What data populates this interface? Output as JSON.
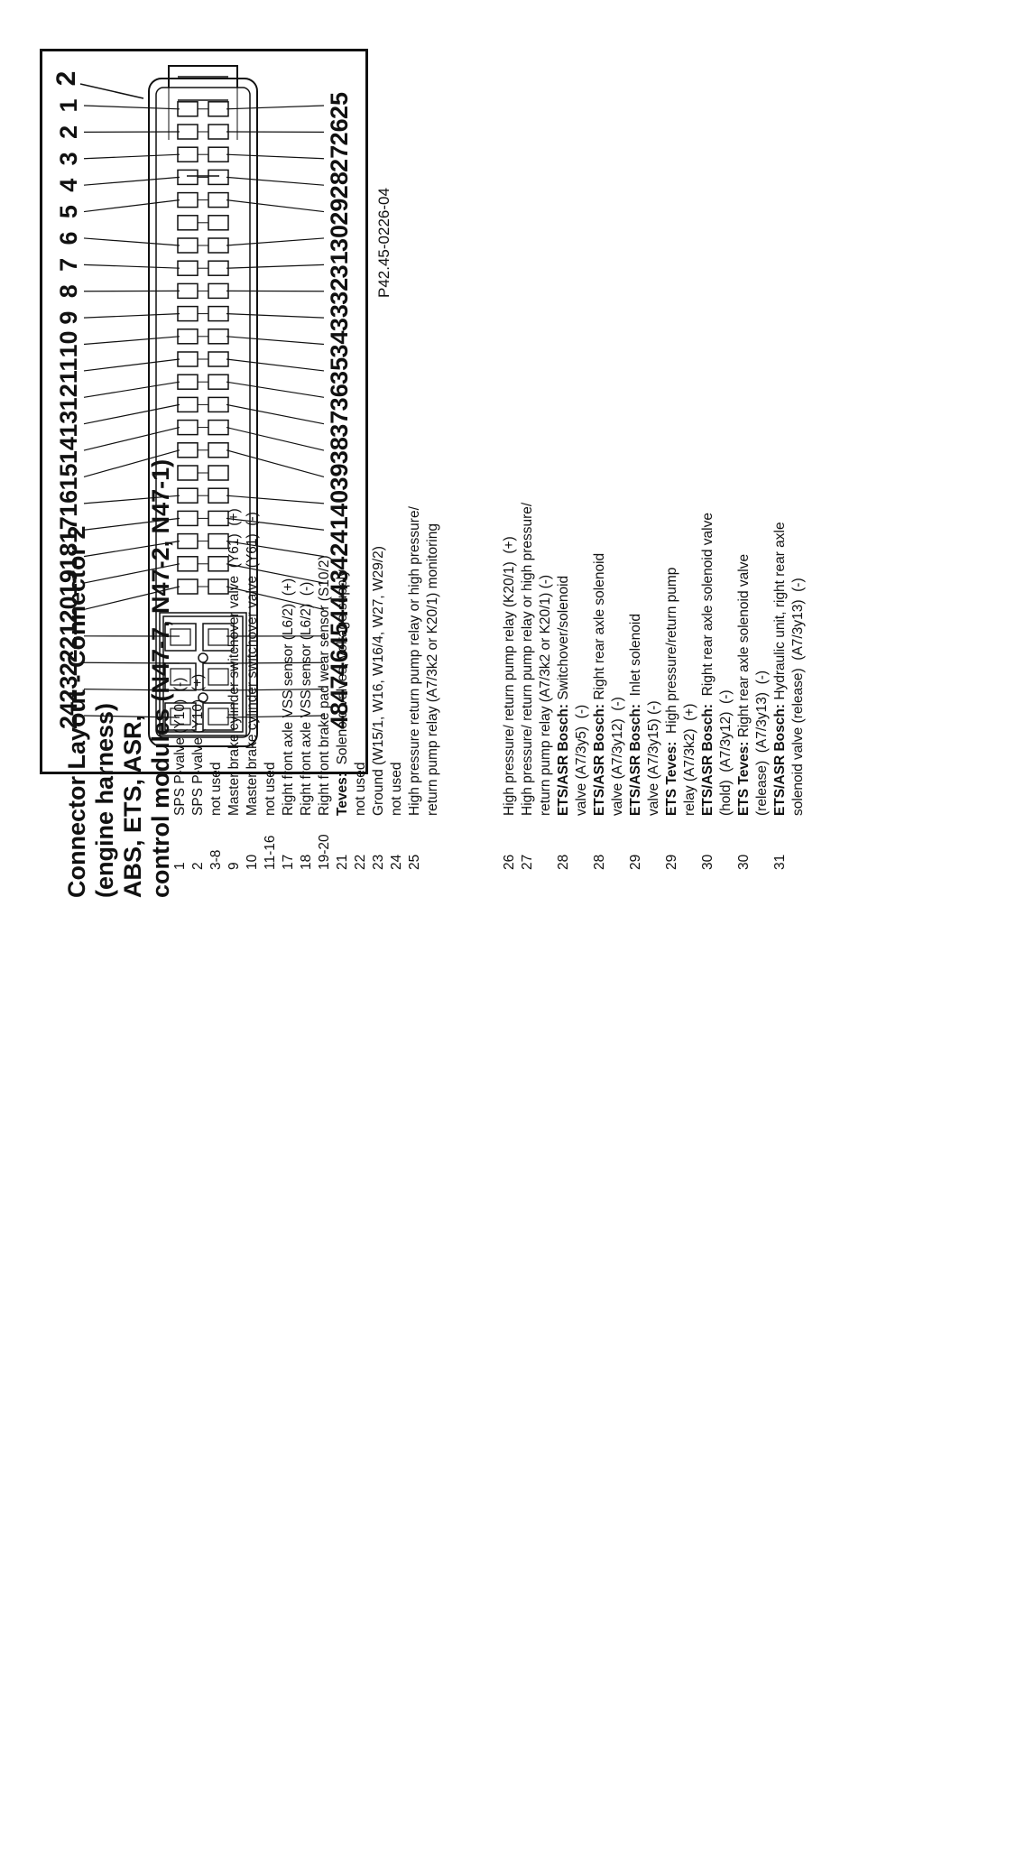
{
  "title": {
    "line1": "Connector Layout - Connector 2",
    "line2": "(engine harness)",
    "line3": "ABS, ETS, ASR,",
    "line4": "control modules (N47-7, N47-2, N47-1)"
  },
  "figure": {
    "connector_label": "2",
    "reference_code": "P42.45-0226-04",
    "pins_top_row": [
      "24",
      "23",
      "22",
      "21",
      "20",
      "19",
      "18",
      "17",
      "16",
      "15",
      "14",
      "13",
      "12",
      "11",
      "10",
      "9",
      "8",
      "7",
      "6",
      "5",
      "4",
      "3",
      "2",
      "1"
    ],
    "pins_bottom_row": [
      "48",
      "47",
      "46",
      "45",
      "44",
      "43",
      "42",
      "41",
      "40",
      "39",
      "38",
      "37",
      "36",
      "35",
      "34",
      "33",
      "32",
      "31",
      "30",
      "29",
      "28",
      "27",
      "26",
      "25"
    ]
  },
  "legend_left": [
    {
      "pin": "1",
      "desc": "SPS P-valve (Y10)  (-)"
    },
    {
      "pin": "2",
      "desc": "SPS P-valve (Y10)  (+)"
    },
    {
      "pin": "3-8",
      "desc": "not used"
    },
    {
      "pin": "9",
      "desc": "Master brake cylinder switchover valve  (Y61)  (+)"
    },
    {
      "pin": "10",
      "desc": "Master brake cylinder switchover valve  (Y61)  (-)"
    },
    {
      "pin": "11-16",
      "desc": "not used"
    },
    {
      "pin": "17",
      "desc": "Right front axle VSS sensor (L6/2)  (+)"
    },
    {
      "pin": "18",
      "desc": "Right front axle VSS sensor (L6/2)  (-)"
    },
    {
      "pin": "19-20",
      "desc": "Right front brake pad wear sensor (S10/2)"
    },
    {
      "pin": "21",
      "bold": "Teves:",
      "desc": "  Solenoid valves, voltage supply"
    },
    {
      "pin": "22",
      "desc": "not used"
    },
    {
      "pin": "23",
      "desc": "Ground (W15/1, W16, W16/4, W27, W29/2)"
    },
    {
      "pin": "24",
      "desc": "not used"
    },
    {
      "pin": "25",
      "desc": "High pressure return pump relay or high pressure/"
    },
    {
      "pin": "",
      "desc": "return pump relay (A7/3k2 or K20/1) monitoring"
    }
  ],
  "legend_right": [
    {
      "pin": "26",
      "desc": "High pressure/ return pump relay (K20/1)  (+)"
    },
    {
      "pin": "27",
      "desc": "High pressure/ return pump relay or high pressure/"
    },
    {
      "pin": "",
      "desc": "return pump relay (A7/3k2 or K20/1) (-)"
    },
    {
      "pin": "28",
      "bold": "ETS/ASR Bosch:",
      "desc": " Switchover/solenoid"
    },
    {
      "pin": "",
      "desc": "valve (A7/3y5)  (-)"
    },
    {
      "pin": "28",
      "bold": "ETS/ASR Bosch:",
      "desc": " Right rear axle solenoid"
    },
    {
      "pin": "",
      "desc": "valve (A7/3y12)  (-)"
    },
    {
      "pin": "29",
      "bold": "ETS/ASR Bosch:",
      "desc": "  Inlet solenoid"
    },
    {
      "pin": "",
      "desc": "valve (A7/3y15) (-)"
    },
    {
      "pin": "29",
      "bold": "ETS Teves:",
      "desc": "  High pressure/return pump"
    },
    {
      "pin": "",
      "desc": "relay (A7/3k2)  (+)"
    },
    {
      "pin": "30",
      "bold": "ETS/ASR Bosch:",
      "desc": "  Right rear axle solenoid valve"
    },
    {
      "pin": "",
      "desc": "(hold)  (A7/3y12)  (-)"
    },
    {
      "pin": "30",
      "bold": "ETS Teves:",
      "desc": " Right rear axle solenoid valve"
    },
    {
      "pin": "",
      "desc": "(release)  (A7/3y13)  (-)"
    },
    {
      "pin": "31",
      "bold": "ETS/ASR  Bosch:",
      "desc": " Hydraulic unit, right rear axle"
    },
    {
      "pin": "",
      "desc": "solenoid valve (release)  (A7/3y13)  (-)"
    }
  ]
}
